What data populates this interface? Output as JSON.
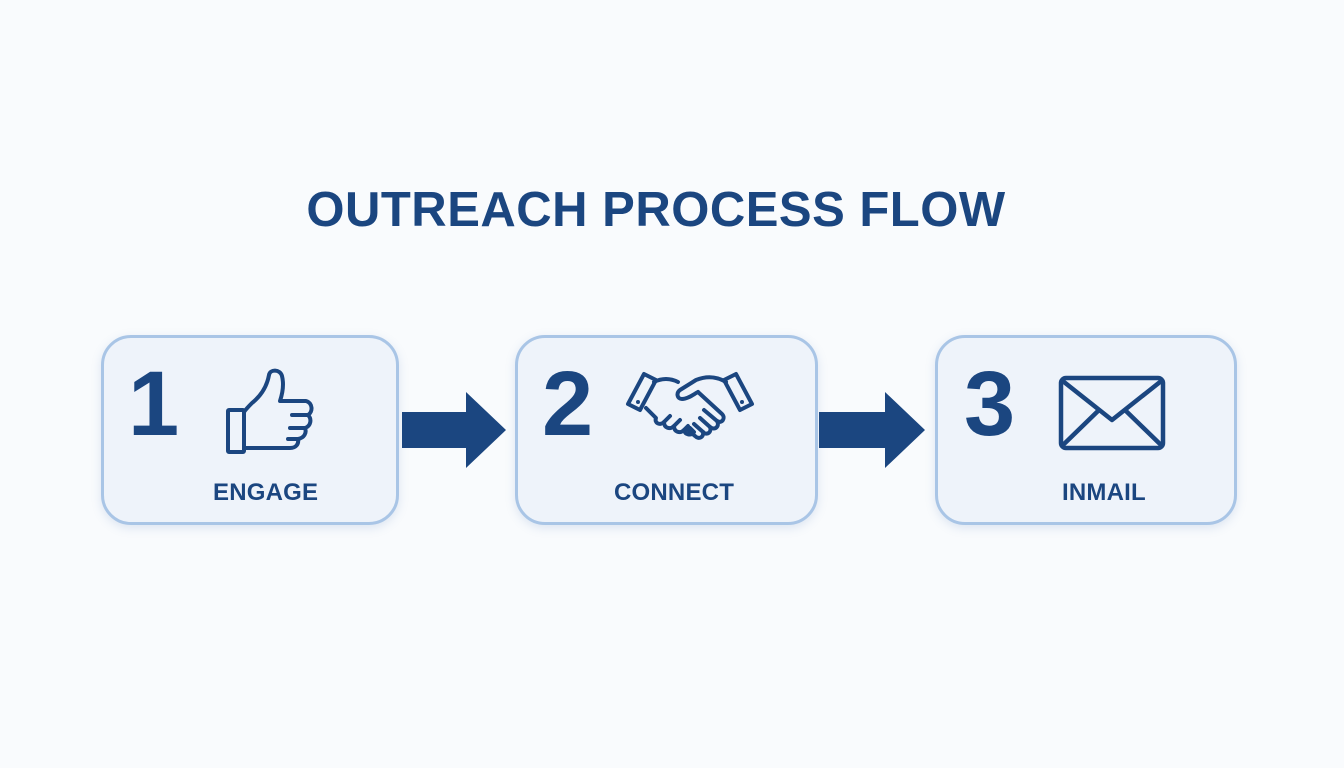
{
  "diagram": {
    "title": "OUTREACH PROCESS FLOW",
    "colors": {
      "primary": "#1b4680",
      "card_fill": "#eef3fa",
      "card_border": "#a9c5e6",
      "background": "#f9fbfd"
    },
    "steps": [
      {
        "number": "1",
        "label": "ENGAGE",
        "icon": "thumbs-up-icon"
      },
      {
        "number": "2",
        "label": "CONNECT",
        "icon": "handshake-icon"
      },
      {
        "number": "3",
        "label": "INMAIL",
        "icon": "envelope-icon"
      }
    ]
  }
}
